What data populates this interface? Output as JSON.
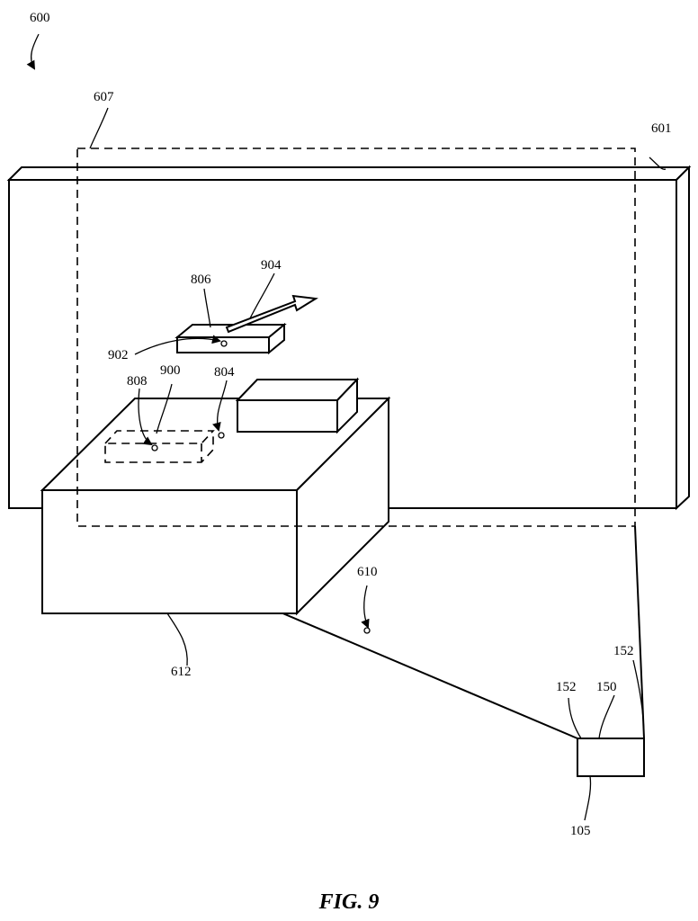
{
  "figure": {
    "caption": "FIG. 9",
    "labels": {
      "l600": "600",
      "l607": "607",
      "l601": "601",
      "l904": "904",
      "l806": "806",
      "l902": "902",
      "l808": "808",
      "l900": "900",
      "l804": "804",
      "l610": "610",
      "l612": "612",
      "l152a": "152",
      "l152b": "152",
      "l150": "150",
      "l105": "105"
    }
  }
}
